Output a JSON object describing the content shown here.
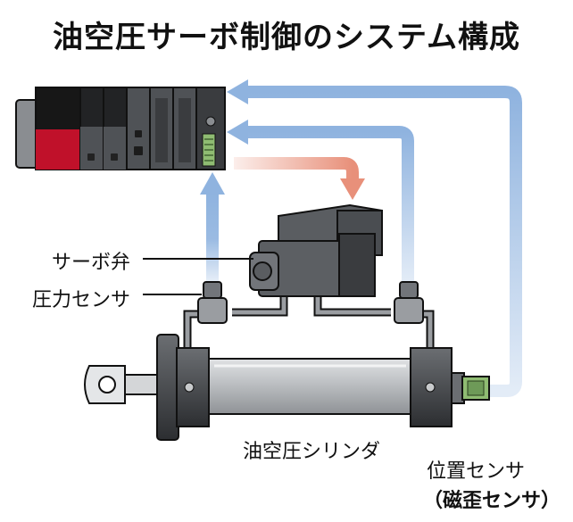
{
  "title": "油空圧サーボ制御のシステム構成",
  "labels": {
    "servo_valve": "サーボ弁",
    "pressure_sensor": "圧力センサ",
    "cylinder": "油空圧シリンダ",
    "position_sensor": "位置センサ",
    "magnetic_sensor": "（磁歪センサ）"
  },
  "colors": {
    "signal_arrow": "#8fb3df",
    "control_arrow": "#e8907a",
    "plc_red": "#c0112a",
    "module_gray": "#4f5256",
    "cylinder_gray": "#b9bcc0",
    "sensor_green": "#8fbc72"
  },
  "icons": {
    "controller": "plc-rack-icon",
    "valve": "servo-valve-icon",
    "cylinder": "hydraulic-cylinder-icon"
  }
}
